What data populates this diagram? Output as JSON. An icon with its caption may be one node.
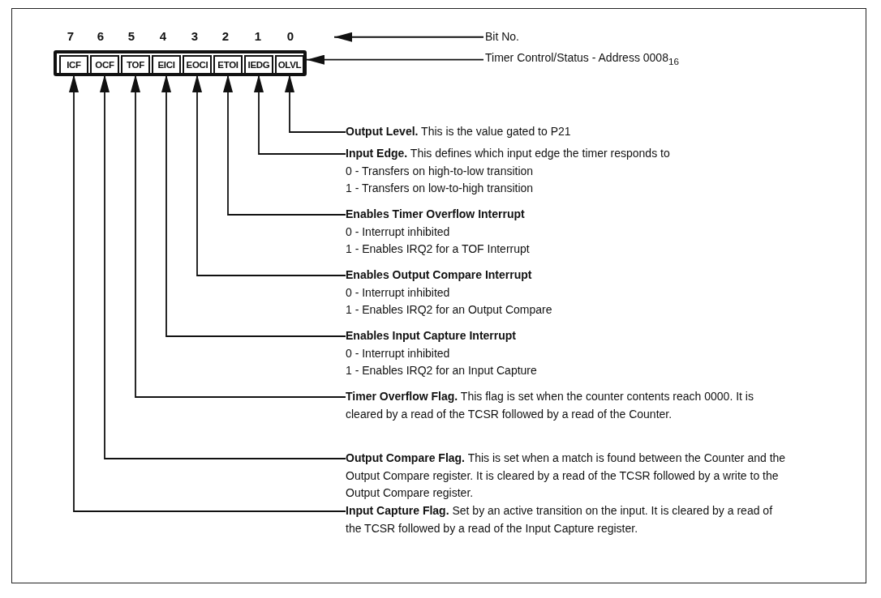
{
  "diagram": {
    "nodes": [
      {
        "text": [],
        "shape": "box"
      },
      {
        "text": [
          "ICF"
        ],
        "in": 0
      },
      {
        "text": [
          "OCF"
        ],
        "in": 0
      },
      {
        "text": [
          "TOF"
        ],
        "in": 0
      },
      {
        "text": [
          "EICI"
        ],
        "in": 0
      },
      {
        "text": [
          "EOCI"
        ],
        "in": 0
      },
      {
        "text": [
          "ETOI"
        ],
        "in": 0
      },
      {
        "text": [
          "IEDG"
        ],
        "in": 0
      },
      {
        "text": [
          "OLVL"
        ],
        "in": 0
      },
      {
        "text": [
          "Bit No."
        ]
      },
      {
        "text": [
          "Timer Control/Status - Address 0008$_{16}$"
        ]
      },
      {
        "text": [
          "**Output Level.** This is the value gated to P21"
        ]
      },
      {
        "text": [
          "**Input Edge.** This defines which input edge the timer responds to",
          "0 - Transfers on high-to-low transition",
          "1 - Transfers on low-to-high transition"
        ]
      },
      {
        "text": [
          "**Enables Timer Overflow Interrupt**",
          "0 - Interrupt inhibited",
          "1 - Enables IRQ2 for a TOF Interrupt"
        ]
      },
      {
        "text": [
          "**Enables Output Compare Interrupt**",
          "0 - Interrupt inhibited",
          "1 - Enables IRQ2 for an Output Compare"
        ]
      },
      {
        "text": [
          "**Enables Input Capture Interrupt**",
          "0 - Interrupt inhibited",
          "1 - Enables IRQ2 for an Input Capture"
        ]
      },
      {
        "text": [
          "**Timer Overflow Flag.** This flag is set when the counter contents reach 0000. It is cleared by a read of the TCSR followed by a read of the Counter."
        ]
      },
      {
        "text": [
          "**Output Compare Flag.** This is set when a match is found between the Counter and the Output Compare register. It is cleared by a read of the TCSR followed by a write to the Output Compare register."
        ]
      },
      {
        "text": [
          "**Input Capture Flag.** Set by an active transition on the input. It is cleared by a read of the TCSR followed by a read of the Input Capture register."
        ]
      }
    ],
    "edges": [
      {
        "from": 9,
        "to": null,
        "arrow": "to"
      },
      {
        "from": 10,
        "to": 0,
        "arrow": "to"
      },
      {
        "from": 11,
        "to": 8,
        "arrow": "to"
      },
      {
        "from": 12,
        "to": 7,
        "arrow": "to"
      },
      {
        "from": 13,
        "to": 6,
        "arrow": "to"
      },
      {
        "from": 14,
        "to": 5,
        "arrow": "to"
      },
      {
        "from": 15,
        "to": 4,
        "arrow": "to"
      },
      {
        "from": 16,
        "to": 3,
        "arrow": "to"
      },
      {
        "from": 17,
        "to": 2,
        "arrow": "to"
      },
      {
        "from": 18,
        "to": 1,
        "arrow": "to"
      }
    ],
    "labels": [
      "7",
      "6",
      "5",
      "4",
      "3",
      "2",
      "1",
      "0"
    ]
  }
}
